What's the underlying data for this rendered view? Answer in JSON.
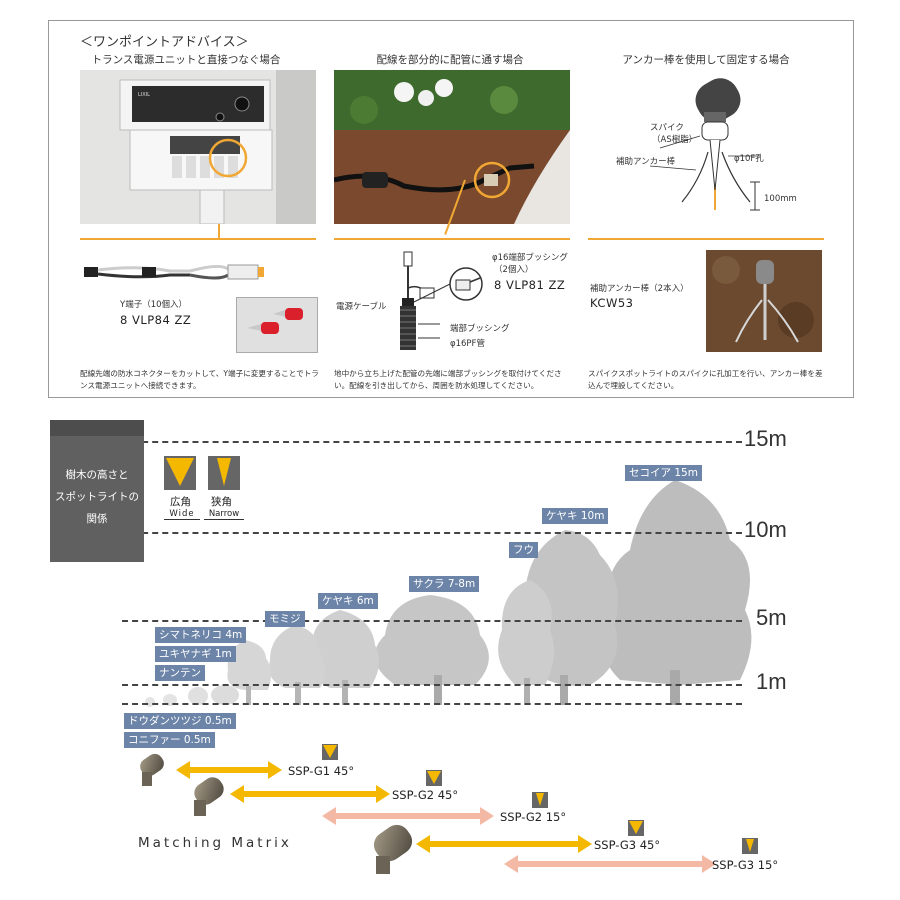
{
  "advice": {
    "header": "＜ワンポイントアドバイス＞",
    "col1": {
      "title": "トランス電源ユニットと直接つなぐ場合",
      "photo_brand": "LIXIL",
      "part_name": "Y端子（10個入）",
      "part_code": "8 VLP84 ZZ",
      "description": "配線先端の防水コネクターをカットして、Y端子に変更することでトランス電源ユニットへ接続できます。"
    },
    "col2": {
      "title": "配線を部分的に配管に通す場合",
      "bushing_label_1": "φ16端部ブッシング",
      "bushing_label_2": "（2個入）",
      "bushing_code": "8 VLP81 ZZ",
      "cable_label": "電源ケーブル",
      "end_bushing_label": "端部ブッシング",
      "pipe_label": "φ16PF管",
      "description": "地中から立ち上げた配管の先端に端部ブッシングを取付けてください。配線を引き出してから、周囲を防水処理してください。"
    },
    "col3": {
      "title": "アンカー棒を使用して固定する場合",
      "spike_label_1": "スパイク",
      "spike_label_2": "（AS樹脂）",
      "hole_label": "φ10F孔",
      "anchor_label": "補助アンカー棒",
      "depth_label": "100mm",
      "part_name": "補助アンカー棒（2本入）",
      "part_code": "KCW53",
      "description": "スパイクスポットライトのスパイクに孔加工を行い、アンカー棒を差込んで埋設してください。"
    }
  },
  "diagram": {
    "legend_title_lines": [
      "樹木の高さと",
      "スポットライトの",
      "関係"
    ],
    "legend_wide_jp": "広角",
    "legend_wide_en": "Wide",
    "legend_narrow_jp": "狭角",
    "legend_narrow_en": "Narrow",
    "heights": [
      "15m",
      "10m",
      "5m",
      "1m"
    ],
    "trees": [
      "セコイア 15m",
      "ケヤキ 10m",
      "フウ",
      "サクラ 7-8m",
      "ケヤキ 6m",
      "モミジ",
      "シマトネリコ 4m",
      "ユキヤナギ 1m",
      "ナンテン",
      "ドウダンツツジ 0.5m",
      "コニファー 0.5m"
    ],
    "matrix_title": "Matching Matrix",
    "lights": [
      "SSP-G1 45°",
      "SSP-G2 45°",
      "SSP-G2 15°",
      "SSP-G3 45°",
      "SSP-G3 15°"
    ],
    "colors": {
      "wide_arrow": "#f5b800",
      "narrow_arrow": "#f4b9a4",
      "tag_bg": "#6c84a8",
      "tree": "#bdbdbd"
    }
  }
}
